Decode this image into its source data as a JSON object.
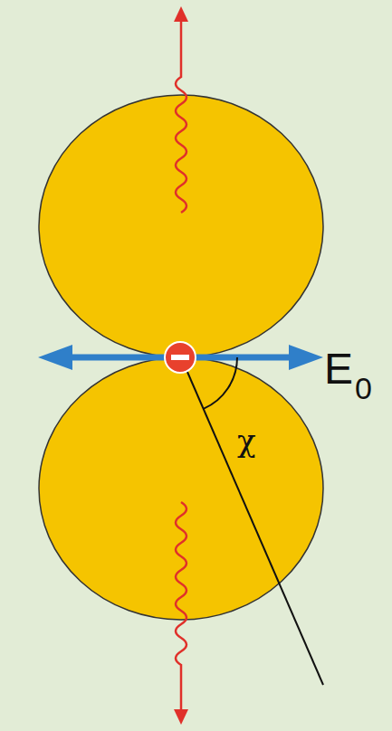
{
  "diagram": {
    "labels": [
      "E",
      "0",
      "χ"
    ]
  }
}
